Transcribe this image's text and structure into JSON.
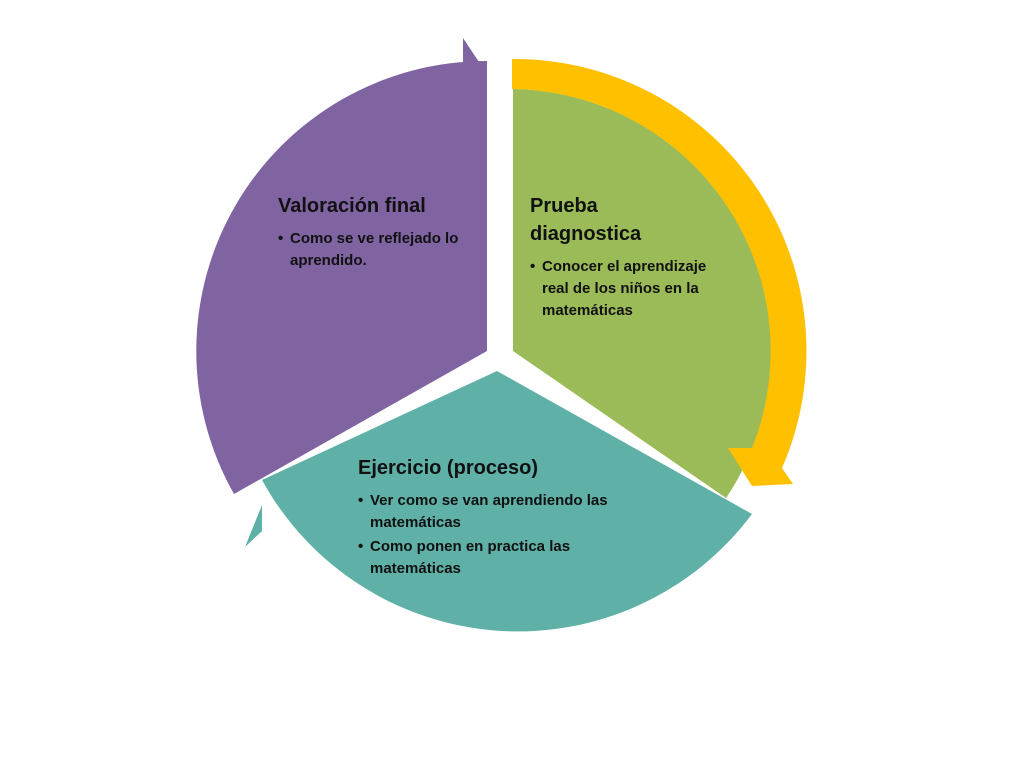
{
  "segments": [
    {
      "id": "valoracion",
      "title": "Valoración final",
      "bullets": [
        "Como se ve reflejado lo aprendido."
      ],
      "color": "#8064A2"
    },
    {
      "id": "prueba",
      "title": "Prueba diagnostica",
      "bullets": [
        "Conocer el aprendizaje real de los niños en la matemáticas"
      ],
      "color": "#9BBB59"
    },
    {
      "id": "ejercicio",
      "title": "Ejercicio (proceso)",
      "bullets": [
        "Ver como se van aprendiendo las matemáticas",
        "Como ponen en practica las matemáticas"
      ],
      "color": "#5FB0A6"
    }
  ],
  "arrow_color": "#FFC000",
  "background_color": "#FFFFFF"
}
